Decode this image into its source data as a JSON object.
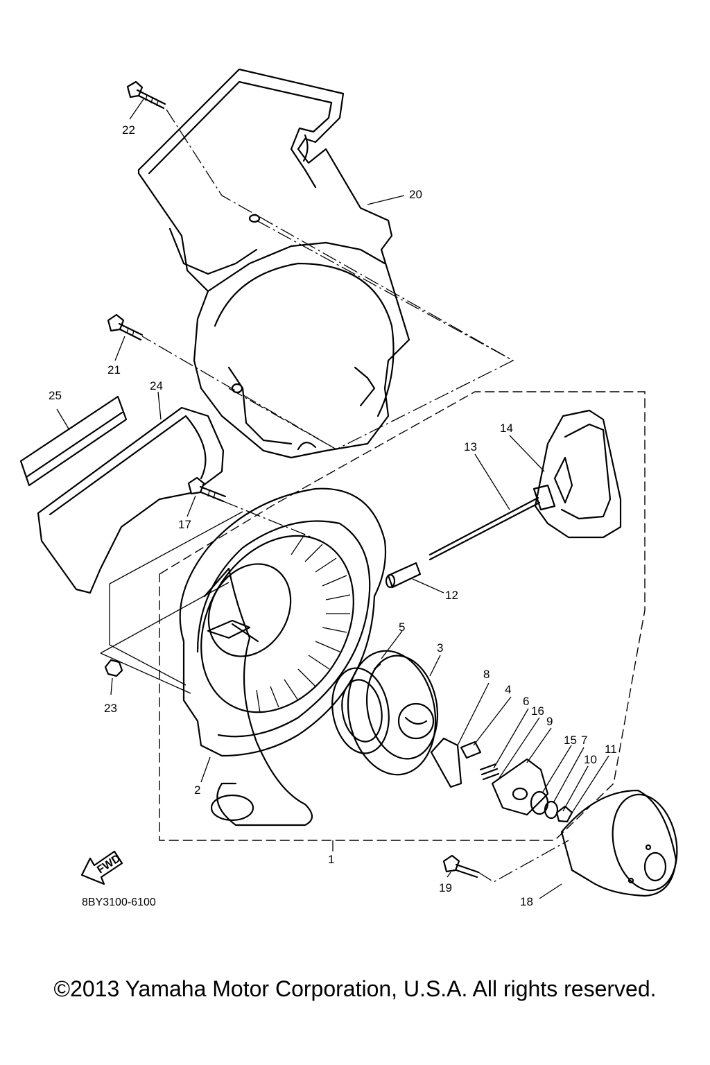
{
  "diagram_code": "8BY3100-6100",
  "fwd_label": "FWD",
  "copyright": "©2013 Yamaha Motor Corporation, U.S.A. All rights reserved.",
  "callouts": [
    "1",
    "2",
    "3",
    "4",
    "5",
    "6",
    "7",
    "8",
    "9",
    "10",
    "11",
    "12",
    "13",
    "14",
    "15",
    "16",
    "17",
    "18",
    "19",
    "20",
    "21",
    "22",
    "23",
    "24",
    "25"
  ]
}
